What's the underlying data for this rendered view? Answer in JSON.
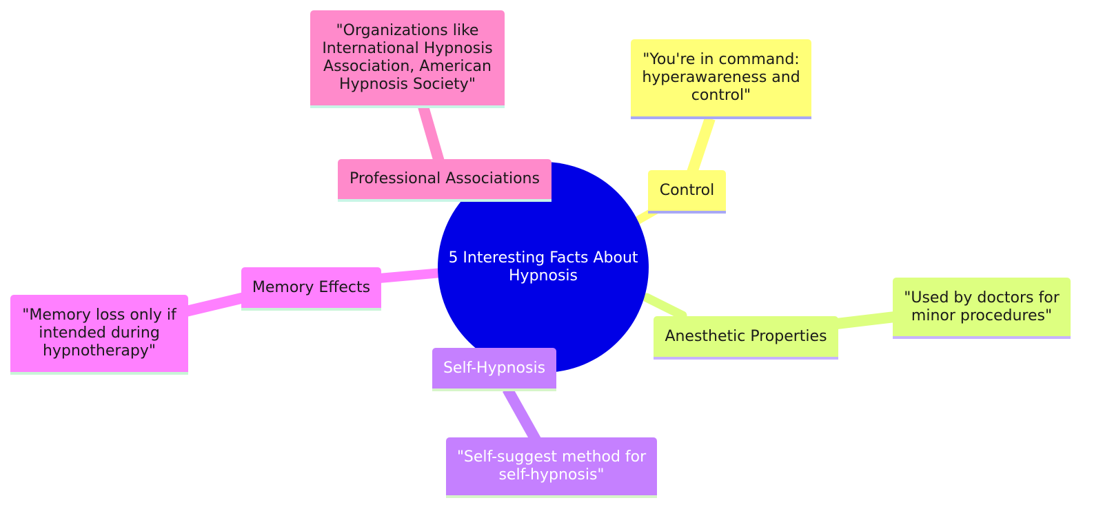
{
  "mindmap": {
    "root": {
      "label": "5 Interesting Facts About Hypnosis",
      "color": "#0000e6"
    },
    "branches": [
      {
        "key": "professional",
        "label": "Professional Associations",
        "detail": "\"Organizations like International Hypnosis Association, American Hypnosis Society\"",
        "color": "#ff8acb",
        "underline": "#c8f5e6"
      },
      {
        "key": "control",
        "label": "Control",
        "detail": "\"You're in command: hyperawareness and control\"",
        "color": "#ffff78",
        "underline": "#a8a8f5"
      },
      {
        "key": "anesthetic",
        "label": "Anesthetic Properties",
        "detail": "\"Used by doctors for minor procedures\"",
        "color": "#ddff80",
        "underline": "#c7b3ff"
      },
      {
        "key": "selfhypnosis",
        "label": "Self-Hypnosis",
        "detail": "\"Self-suggest method for self-hypnosis\"",
        "color": "#c580ff",
        "underline": "#d6f5c8"
      },
      {
        "key": "memory",
        "label": "Memory Effects",
        "detail": "\"Memory loss only if intended during hypnotherapy\"",
        "color": "#ff80ff",
        "underline": "#c8f5d6"
      }
    ]
  }
}
